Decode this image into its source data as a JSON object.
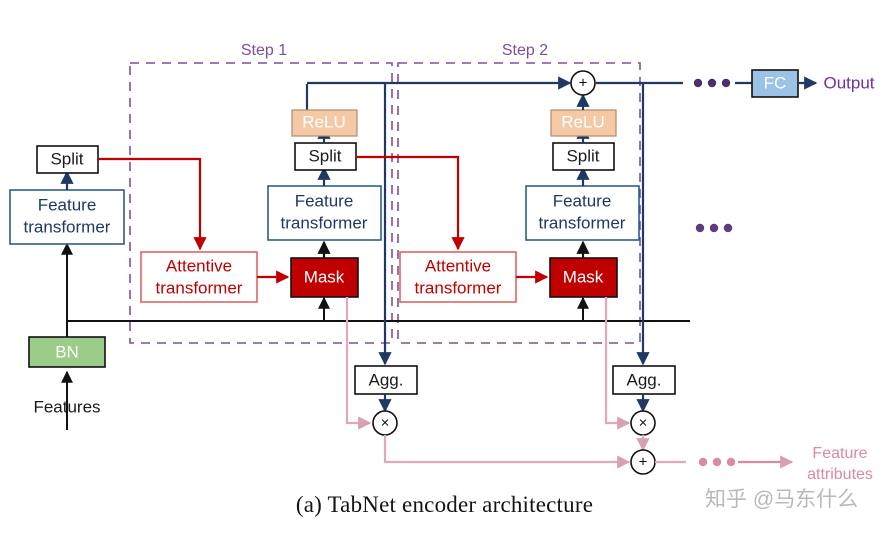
{
  "figure": {
    "caption": "(a) TabNet encoder architecture",
    "watermark": "知乎 @马东什么"
  },
  "colors": {
    "blue_line": "#1f3864",
    "blue_text": "#1f3864",
    "red": "#c00000",
    "mask_fill": "#c00000",
    "relu_fill": "#f5c9a6",
    "bn_fill": "#9ccc87",
    "fc_fill": "#9cc3e5",
    "pink": "#e0a7bd",
    "purple_dashed": "#7b4fa0",
    "black": "#111111",
    "output_text": "#7030a0"
  },
  "steps": [
    {
      "id": "step1",
      "label": "Step 1"
    },
    {
      "id": "step2",
      "label": "Step 2"
    }
  ],
  "input_column": {
    "features_label": "Features",
    "bn_label": "BN",
    "feature_transformer_line1": "Feature",
    "feature_transformer_line2": "transformer",
    "split_label": "Split"
  },
  "step1_blocks": {
    "attentive_line1": "Attentive",
    "attentive_line2": "transformer",
    "mask_label": "Mask",
    "feature_transformer_line1": "Feature",
    "feature_transformer_line2": "transformer",
    "split_label": "Split",
    "relu_label": "ReLU",
    "agg_label": "Agg."
  },
  "step2_blocks": {
    "attentive_line1": "Attentive",
    "attentive_line2": "transformer",
    "mask_label": "Mask",
    "feature_transformer_line1": "Feature",
    "feature_transformer_line2": "transformer",
    "split_label": "Split",
    "relu_label": "ReLU",
    "agg_label": "Agg."
  },
  "operators": {
    "sum_symbol": "+",
    "product_symbol": "×"
  },
  "output_path": {
    "ellipsis": "•••",
    "fc_label": "FC",
    "output_label": "Output"
  },
  "middle_ellipsis": "•••",
  "attributes_path": {
    "ellipsis": "•••",
    "label_line1": "Feature",
    "label_line2": "attributes"
  }
}
